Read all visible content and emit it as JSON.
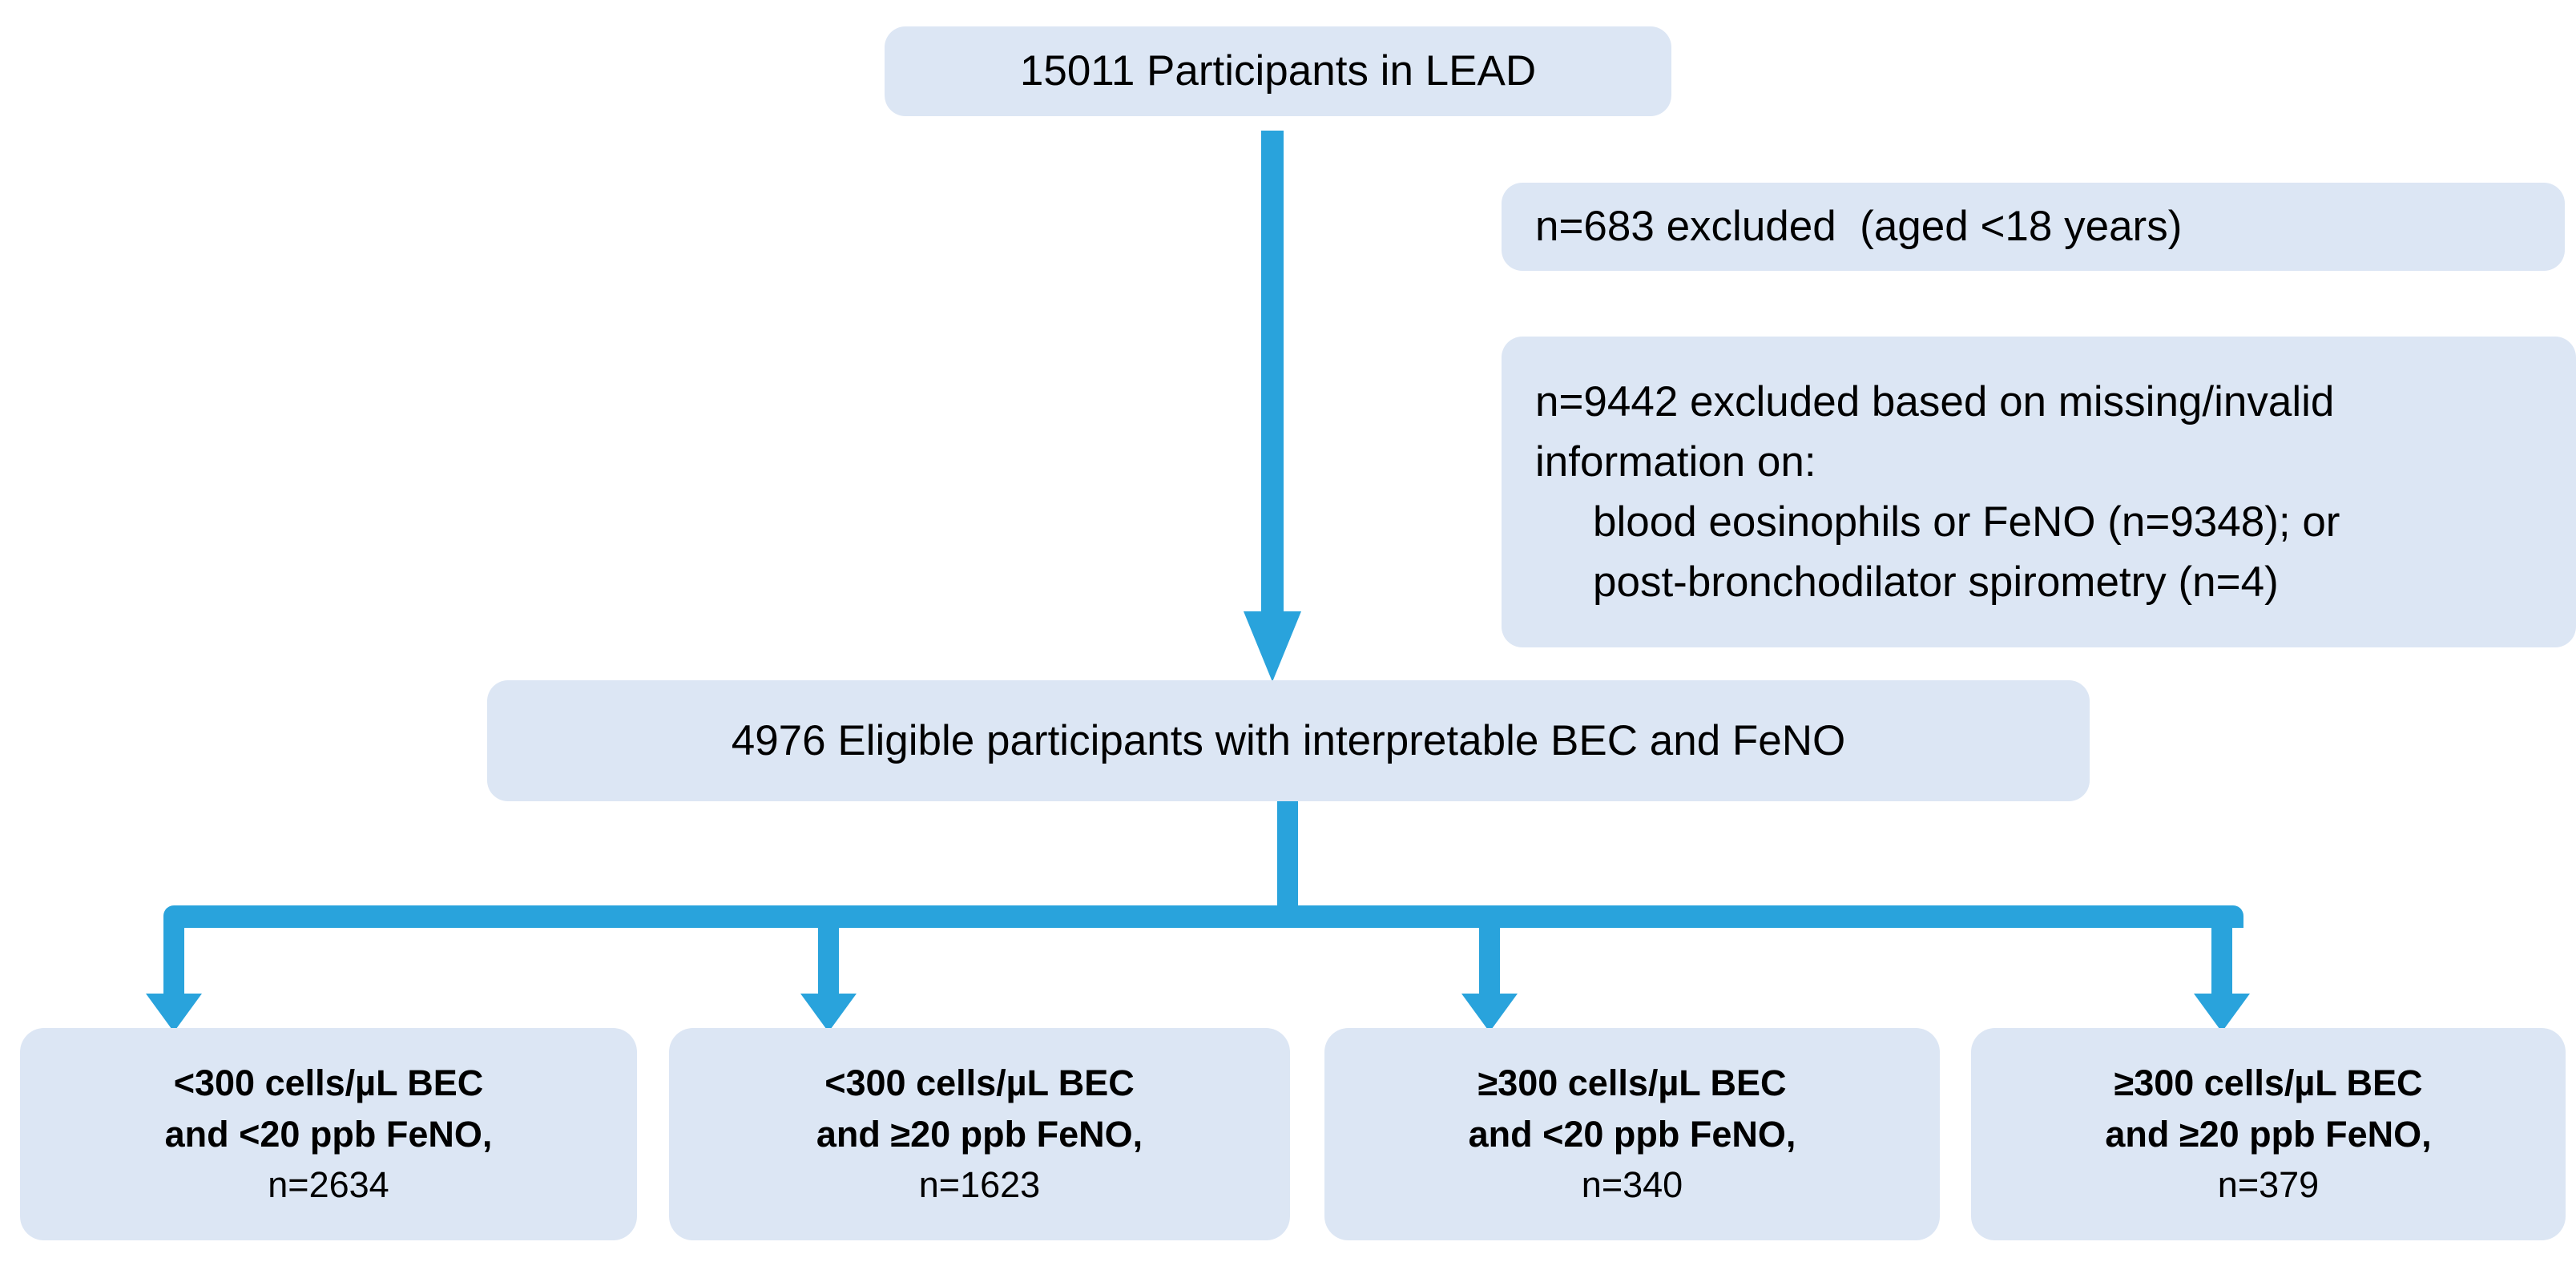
{
  "figure": {
    "type": "participant-flow-diagram",
    "colors": {
      "node_fill": "#dce6f4",
      "connector": "#29a3dc",
      "text": "#000000",
      "background": "#ffffff"
    }
  },
  "nodes": {
    "top": {
      "text": "15011 Participants in LEAD",
      "count": 15011
    },
    "exclusion_1": {
      "text": "n=683 excluded  (aged <18 years)",
      "count": 683
    },
    "exclusion_2": {
      "line1": "n=9442 excluded based on missing/invalid",
      "line2": "information on:",
      "line3": "blood eosinophils or FeNO (n=9348); or",
      "line4": "post-bronchodilator spirometry (n=4)",
      "count": 9442
    },
    "eligible": {
      "text": "4976 Eligible participants with interpretable BEC and FeNO",
      "count": 4976
    },
    "groups": [
      {
        "line1": "<300 cells/µL BEC",
        "line2": "and <20 ppb FeNO,",
        "line3": "n=2634",
        "count": 2634
      },
      {
        "line1": "<300 cells/µL BEC",
        "line2": "and ≥20 ppb FeNO,",
        "line3": "n=1623",
        "count": 1623
      },
      {
        "line1": "≥300 cells/µL BEC",
        "line2": "and <20 ppb FeNO,",
        "line3": "n=340",
        "count": 340
      },
      {
        "line1": "≥300 cells/µL BEC",
        "line2": "and ≥20 ppb FeNO,",
        "line3": "n=379",
        "count": 379
      }
    ]
  }
}
